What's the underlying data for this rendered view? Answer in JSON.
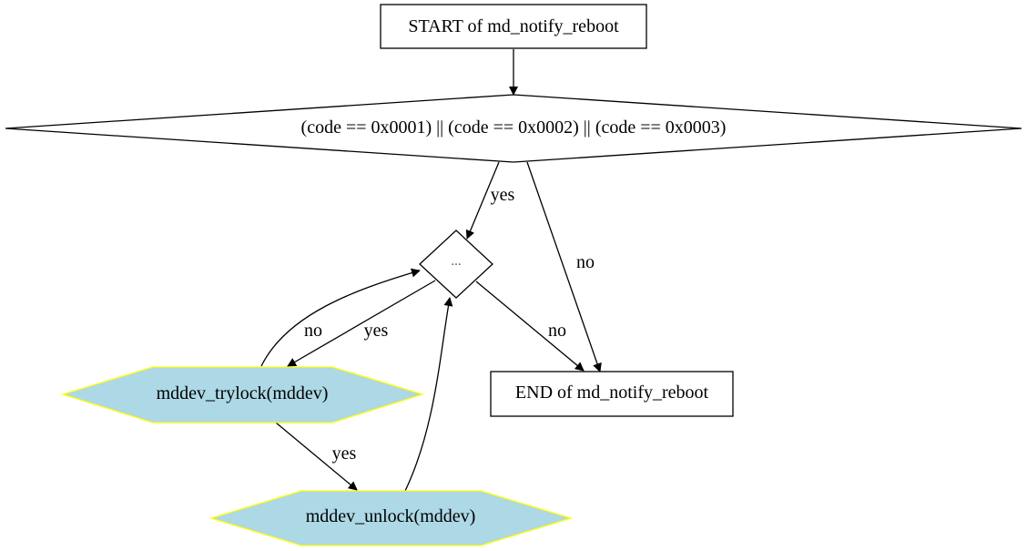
{
  "colors": {
    "line": "#000000",
    "box_fill": "#ffffff",
    "call_fill": "#add8e6",
    "call_stroke": "#ffff00",
    "ellipsis_text": "#555555"
  },
  "nodes": {
    "start": {
      "label": "START of md_notify_reboot",
      "shape": "box"
    },
    "condition": {
      "label": "(code == 0x0001) || (code == 0x0002) || (code == 0x0003)",
      "shape": "diamond"
    },
    "loop": {
      "label": "...",
      "shape": "diamond"
    },
    "trylock": {
      "label": "mddev_trylock(mddev)",
      "shape": "hexagon"
    },
    "unlock": {
      "label": "mddev_unlock(mddev)",
      "shape": "hexagon"
    },
    "end": {
      "label": "END of md_notify_reboot",
      "shape": "box"
    }
  },
  "edges": {
    "start_to_condition": {
      "label": ""
    },
    "condition_to_loop": {
      "label": "yes"
    },
    "condition_to_end": {
      "label": "no"
    },
    "loop_to_end": {
      "label": "no"
    },
    "loop_to_trylock": {
      "label": "yes"
    },
    "trylock_to_loop": {
      "label": "no"
    },
    "trylock_to_unlock": {
      "label": "yes"
    },
    "unlock_to_loop": {
      "label": ""
    }
  }
}
